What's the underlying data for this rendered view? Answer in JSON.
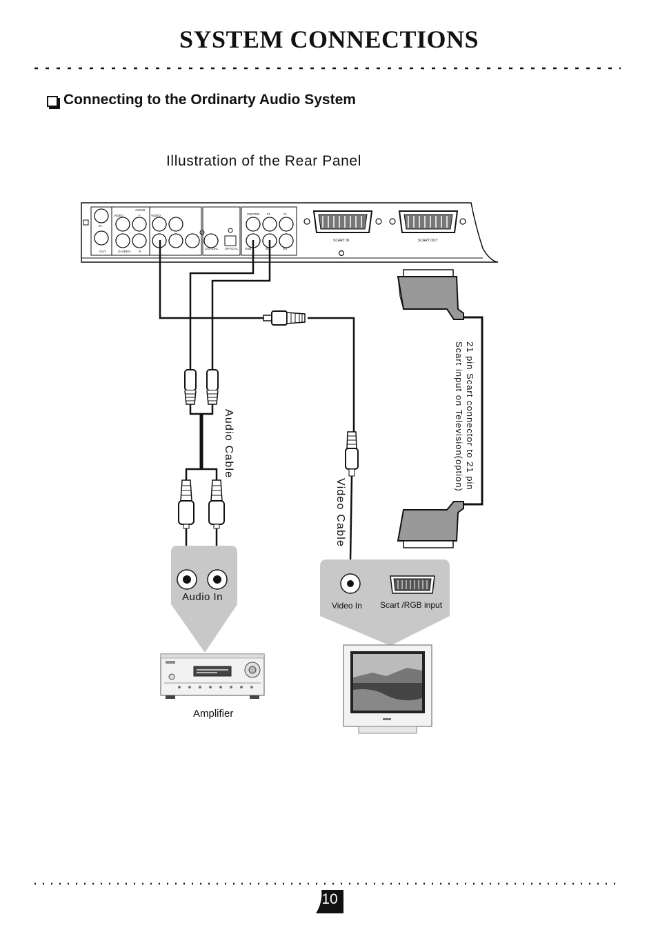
{
  "page": {
    "title": "SYSTEM CONNECTIONS",
    "section_heading": "Connecting to the Ordinarty Audio System",
    "illustration_title": "Illustration of the Rear Panel",
    "page_number": "10"
  },
  "rear_panel": {
    "jack_labels": [
      "IN",
      "VIDEO",
      "AUDIO",
      "L",
      "R",
      "OUT",
      "S-VIDEO",
      "VIDEO",
      "CENTER",
      "FL",
      "FL",
      "COAXIAL",
      "OPTICAL",
      "SUB",
      "SL",
      "SR"
    ],
    "scart_in": "SCART IN",
    "scart_out": "SCART OUT"
  },
  "labels": {
    "audio_cable": "Audio Cable",
    "video_cable": "Video Cable",
    "scart_note_line1": "21 pin Scart connector to 21 pin",
    "scart_note_line2": "Scart input on Television(option)",
    "audio_in": "Audio In",
    "video_in": "Video In",
    "scart_rgb_input": "Scart /RGB input",
    "amplifier": "Amplifier"
  },
  "colors": {
    "ink": "#111111",
    "panel_fill": "#c8c8c8",
    "connector_fill": "#9a9a9a"
  }
}
